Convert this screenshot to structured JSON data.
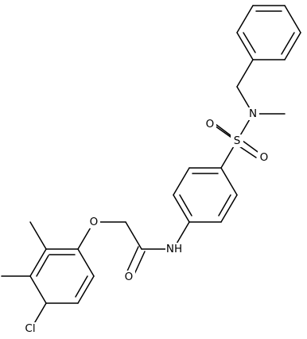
{
  "molecule": {
    "atom_labels": {
      "O_ether": "O",
      "N_amide": "NH",
      "O_carbonyl": "O",
      "S": "S",
      "O_s1": "O",
      "O_s2": "O",
      "N_sulfonamide": "N",
      "Cl": "Cl"
    },
    "colors": {
      "bond": "#000000",
      "label": "#000000",
      "background": "#ffffff"
    }
  }
}
